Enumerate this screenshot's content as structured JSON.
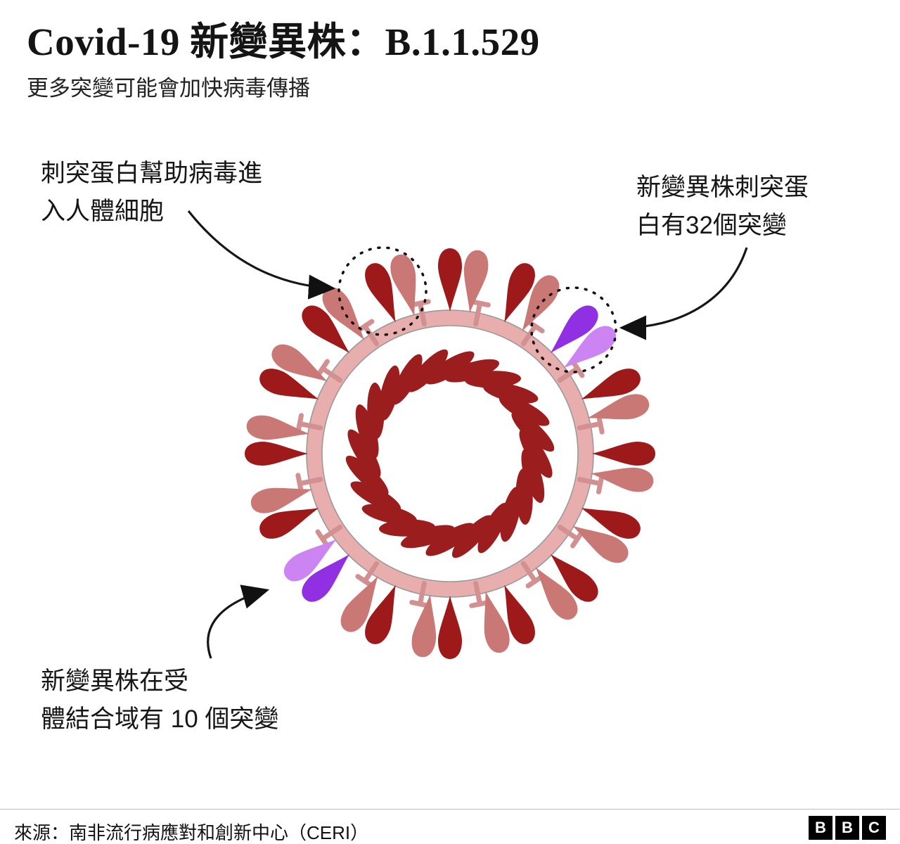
{
  "title": "Covid-19 新變異株：B.1.1.529",
  "subtitle": "更多突變可能會加快病毒傳播",
  "annotations": {
    "spike": {
      "line1": "刺突蛋白幫助病毒進",
      "line2": "入人體細胞"
    },
    "variant_spike": {
      "line1": "新變異株刺突蛋",
      "line2": "白有32個突變"
    },
    "rbd": {
      "line1": "新變異株在受",
      "line2": "體結合域有 10 個突變"
    }
  },
  "footer": {
    "source": "來源：南非流行病應對和創新中心（CERI）"
  },
  "logo": {
    "letters": [
      "B",
      "B",
      "C"
    ]
  },
  "colors": {
    "spike_red": "#9e1a1a",
    "spike_red_light": "#c97876",
    "mutation_purple": "#9130e2",
    "mutation_purple_light": "#cb84f2",
    "membrane_pink": "#e8adad",
    "genome_red": "#9c1d1d"
  }
}
